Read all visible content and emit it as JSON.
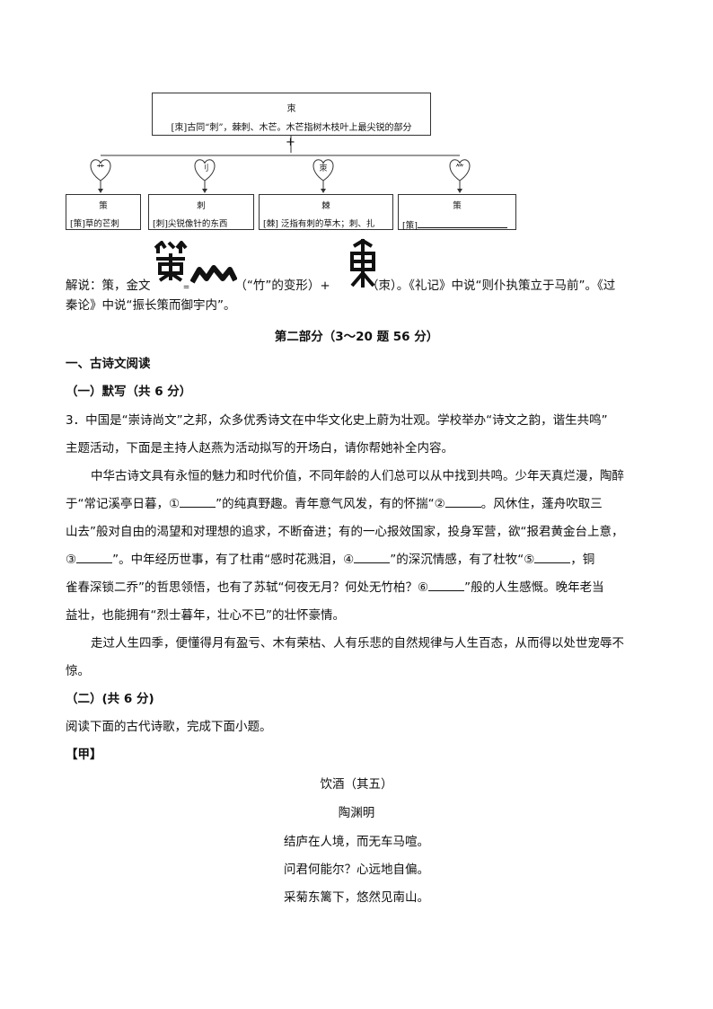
{
  "diagram": {
    "top_title": "朿",
    "top_text": "[朿]古同“刺”，棘刺、木芒。木芒指树木枝叶上最尖锐的部分",
    "plus": "+",
    "hearts": [
      "艹",
      "刂",
      "朿",
      "⺮"
    ],
    "boxes": [
      {
        "title": "策",
        "text": "[策]草的芒刺"
      },
      {
        "title": "刺",
        "text": "[刺]尖锐像针的东西"
      },
      {
        "title": "棘",
        "text": "[棘] 泛指有刺的草木；刺、扎"
      },
      {
        "title": "策",
        "text": "[策]"
      }
    ]
  },
  "explain": {
    "line1_a": "解说：策，金文",
    "eq": "=",
    "line1_b": "（“竹”的变形）+",
    "line1_c": "（朿）。《礼记》中说“则仆执策立于马前”。《过",
    "line2": "秦论》中说“振长策而御宇内”。"
  },
  "part2_title": "第二部分（3～20 题 56 分）",
  "section1": "一、古诗文阅读",
  "sub1": "（一）默写（共 6 分）",
  "q3": {
    "l1": "3．中国是“崇诗尚文”之邦，众多优秀诗文在中华文化史上蔚为壮观。学校举办“诗文之韵，谐生共鸣”",
    "l2": "主题活动，下面是主持人赵燕为活动拟写的开场白，请你帮她补全内容。",
    "p1": "中华古诗文具有永恒的魅力和时代价值，不同年龄的人们总可以从中找到共鸣。少年天真烂漫，陶醉",
    "p2a": "于“常记溪亭日暮，①",
    "p2b": "”的纯真野趣。青年意气风发，有的怀揣“②",
    "p2c": "。风休住，蓬舟吹取三",
    "p3": "山去”般对自由的渴望和对理想的追求，不断奋进；有的一心报效国家，投身军营，欲“报君黄金台上意，",
    "p4a": "③",
    "p4b": "”。中年经历世事，有了杜甫“感时花溅泪，④",
    "p4c": "”的深沉情感，有了杜牧“⑤",
    "p4d": "，铜",
    "p5a": "雀春深锁二乔”的哲思领悟，也有了苏轼“何夜无月？何处无竹柏？⑥",
    "p5b": "”般的人生感慨。晚年老当",
    "p6": "益壮，也能拥有“烈士暮年，壮心不已”的壮怀豪情。",
    "p7": "走过人生四季，便懂得月有盈亏、木有荣枯、人有乐悲的自然规律与人生百态，从而得以处世宠辱不",
    "p8": "惊。"
  },
  "sub2": "（二）(共 6 分)",
  "sub2_instr": "阅读下面的古代诗歌，完成下面小题。",
  "jia": "【甲】",
  "poem": {
    "title": "饮酒（其五）",
    "author": "陶渊明",
    "lines": [
      "结庐在人境，而无车马喧。",
      "问君何能尔？心远地自偏。",
      "采菊东篱下，悠然见南山。"
    ]
  }
}
